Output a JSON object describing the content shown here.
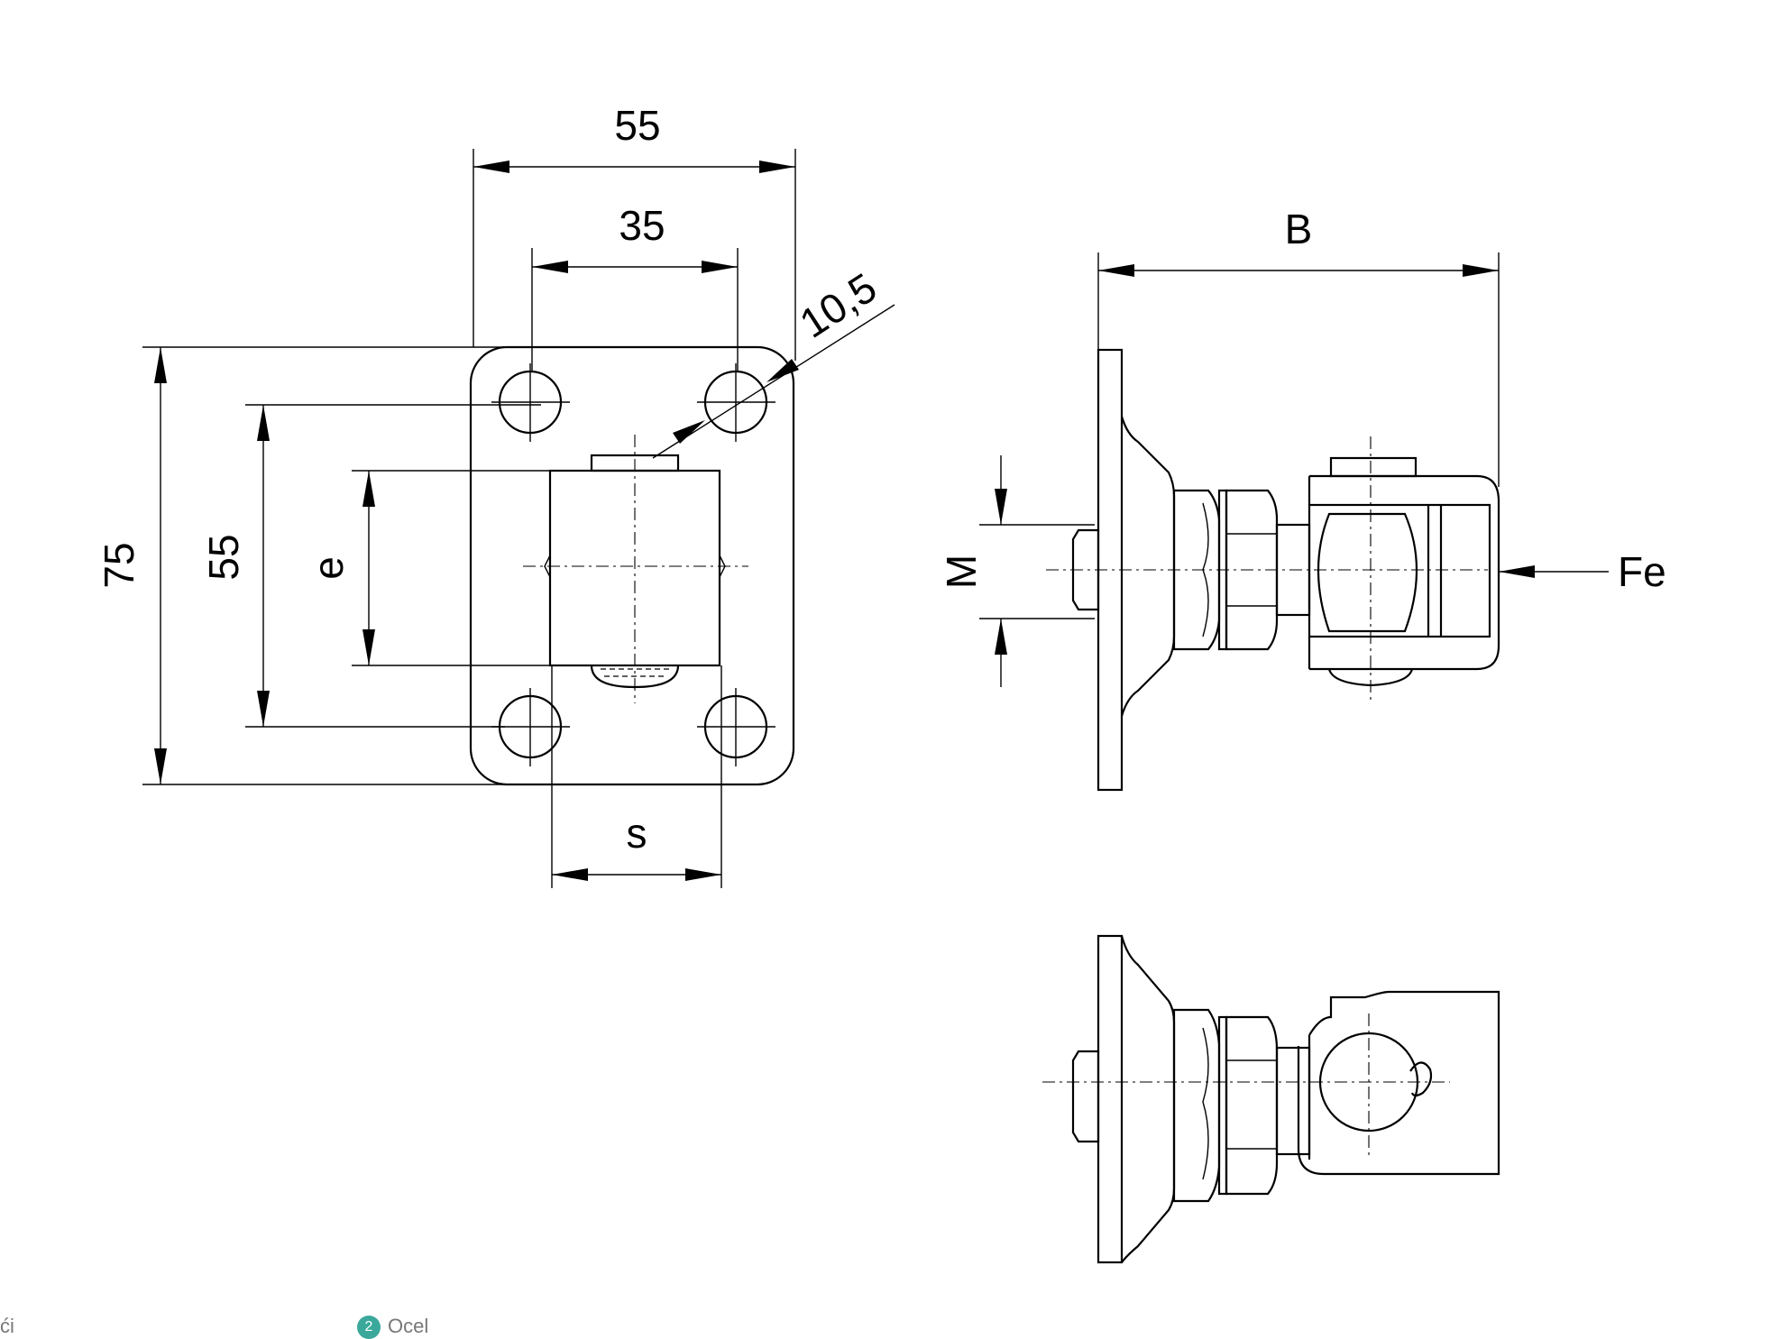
{
  "dimensions": {
    "plate_width": "55",
    "hole_spacing_x": "35",
    "hole_diameter": "10,5",
    "plate_height": "75",
    "hole_spacing_y": "55",
    "e": "e",
    "s": "s",
    "b": "B",
    "m": "M",
    "fe": "Fe"
  },
  "footer": {
    "left_fragment": "ći",
    "badge_number": "2",
    "material_fragment": "Ocel"
  },
  "colors": {
    "line": "#000000",
    "badge": "#3aa89a"
  }
}
